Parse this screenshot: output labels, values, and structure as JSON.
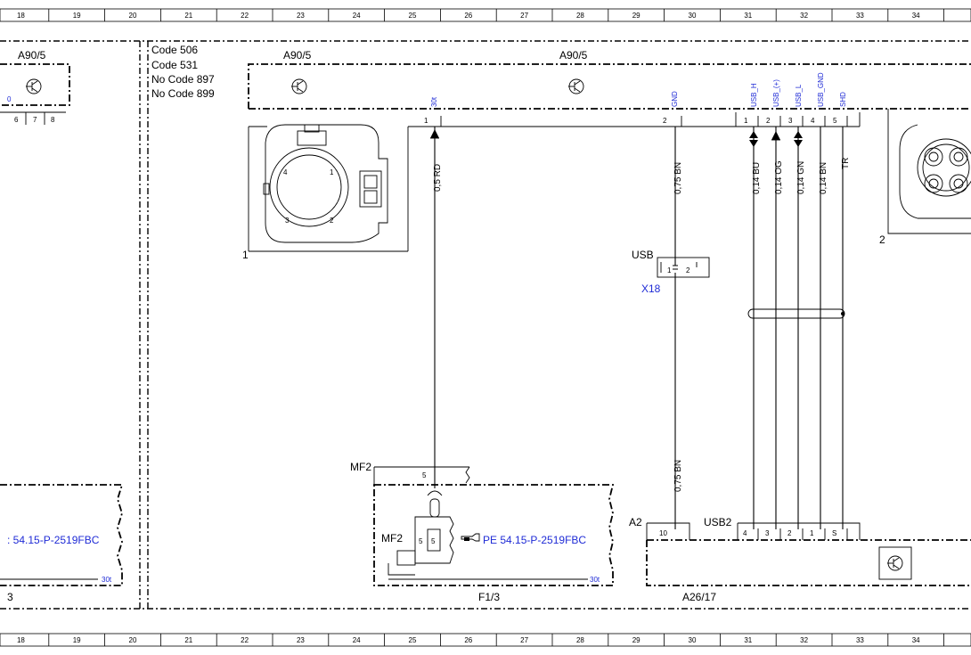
{
  "ruler": {
    "columns": [
      "18",
      "19",
      "20",
      "21",
      "22",
      "23",
      "24",
      "25",
      "26",
      "27",
      "28",
      "29",
      "30",
      "31",
      "32",
      "33",
      "34"
    ]
  },
  "codes": [
    "Code 506",
    "Code 531",
    "No  Code 897",
    "No  Code 899"
  ],
  "left_module": {
    "label": "A90/5",
    "pins": [
      "6",
      "7",
      "8"
    ],
    "pin_fragment": "0",
    "bottom_link": ": 54.15-P-2519FBC",
    "bottom_pin": "30t",
    "bottom_label": "3"
  },
  "main_module": {
    "label_left": "A90/5",
    "label_center": "A90/5",
    "pins": [
      {
        "num": "1",
        "name": "30t"
      },
      {
        "num": "2",
        "name": "GND"
      },
      {
        "num": "1",
        "name": "USB_H"
      },
      {
        "num": "2",
        "name": "USB_(+)"
      },
      {
        "num": "3",
        "name": "USB_L"
      },
      {
        "num": "4",
        "name": "USB_GND"
      },
      {
        "num": "5",
        "name": "SHD"
      }
    ],
    "connector_a": {
      "label": "1",
      "pins": [
        "4",
        "1",
        "3",
        "2"
      ]
    },
    "connector_b": {
      "label": "2"
    }
  },
  "wires": {
    "w30t": "0,5 RD",
    "gnd": "0,75 BN",
    "gnd_lower": "0,75 BN",
    "usb_h": "0,14 BU",
    "usb_plus": "0,14 OG",
    "usb_l": "0,14 GN",
    "usb_gnd": "0,14 BN",
    "shield": "TR"
  },
  "x18": {
    "label": "USB",
    "code": "X18",
    "pins": [
      "1",
      "2"
    ]
  },
  "fuse": {
    "label": "MF2",
    "inner_label": "MF2",
    "pin": "5",
    "fuse_num": "5",
    "link": "PE 54.15-P-2519FBC",
    "bottom_pin": "30t",
    "code": "F1/3"
  },
  "a26": {
    "a2_label": "A2",
    "a2_pin": "10",
    "usb2_label": "USB2",
    "usb2_pins": [
      "4",
      "3",
      "2",
      "1",
      "S"
    ],
    "code": "A26/17"
  }
}
